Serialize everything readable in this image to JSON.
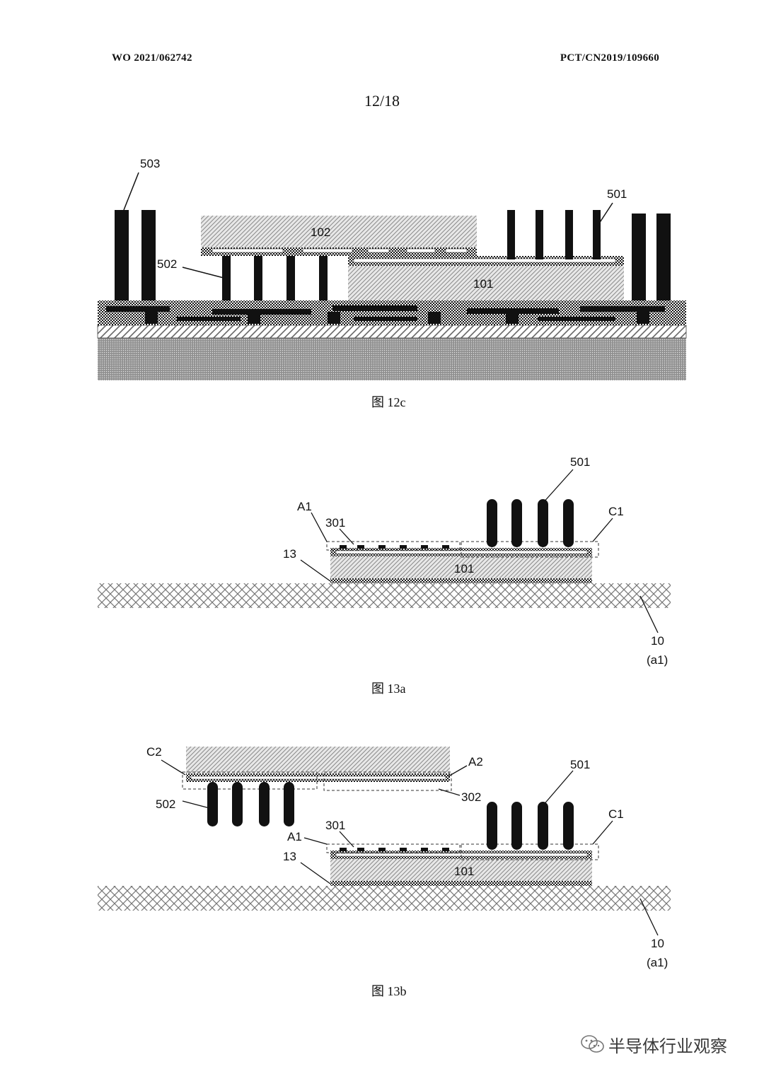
{
  "header": {
    "left": "WO 2021/062742",
    "right": "PCT/CN2019/109660",
    "page": "12/18"
  },
  "figures": [
    {
      "caption": "图 12c",
      "labels": {
        "l503": "503",
        "l501": "501",
        "l502": "502",
        "l102": "102",
        "l101": "101"
      }
    },
    {
      "caption": "图 13a",
      "labels": {
        "l501": "501",
        "lA1": "A1",
        "l301": "301",
        "lC1": "C1",
        "l13": "13",
        "l101": "101",
        "l10": "10",
        "la1": "(a1)"
      }
    },
    {
      "caption": "图 13b",
      "labels": {
        "lC2": "C2",
        "lA2": "A2",
        "l501": "501",
        "l502": "502",
        "l302": "302",
        "l301": "301",
        "lC1": "C1",
        "lA1": "A1",
        "l13": "13",
        "l101": "101",
        "l10": "10",
        "la1": "(a1)"
      }
    }
  ],
  "watermark": {
    "text": "半导体行业观察",
    "icon": "wechat-icon"
  }
}
